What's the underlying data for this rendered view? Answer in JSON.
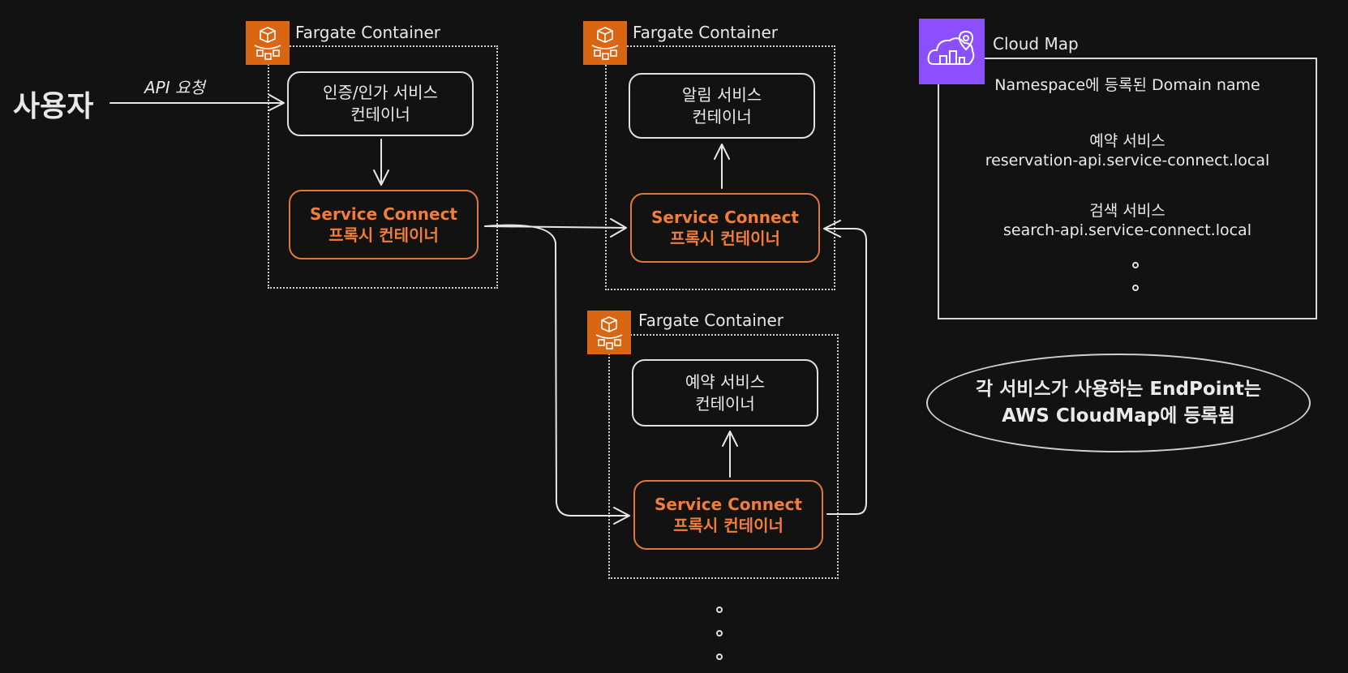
{
  "user_label": "사용자",
  "request_label": "API 요청",
  "containers": [
    {
      "title": "Fargate Container",
      "service": "인증/인가 서비스\n컨테이너",
      "proxy": "Service Connect\n프록시 컨테이너"
    },
    {
      "title": "Fargate Container",
      "service": "알림 서비스\n컨테이너",
      "proxy": "Service Connect\n프록시 컨테이너"
    },
    {
      "title": "Fargate Container",
      "service": "예약 서비스\n컨테이너",
      "proxy": "Service Connect\n프록시 컨테이너"
    }
  ],
  "cloud_map": {
    "title": "Cloud Map",
    "header": "Namespace에 등록된 Domain name",
    "entries": [
      {
        "name": "예약 서비스",
        "domain": "reservation-api.service-connect.local"
      },
      {
        "name": "검색 서비스",
        "domain": "search-api.service-connect.local"
      }
    ]
  },
  "note": "각 서비스가 사용하는 EndPoint는\nAWS CloudMap에 등록됨",
  "colors": {
    "background": "#121212",
    "fargate_orange": "#d86613",
    "cloudmap_purple": "#8c4fff",
    "proxy_text": "#f07d3a"
  },
  "icons": {
    "fargate": "fargate-icon",
    "cloudmap": "cloud-map-icon"
  }
}
